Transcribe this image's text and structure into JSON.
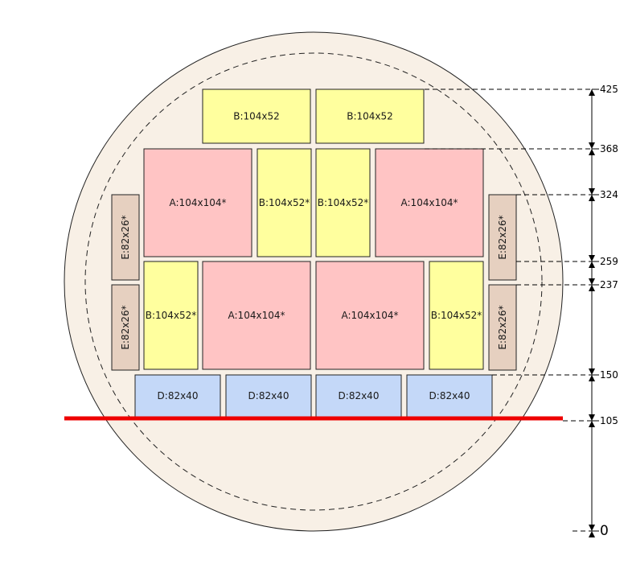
{
  "colors": {
    "wafer_fill": "#f8f0e6",
    "wafer_stroke": "#222222",
    "type_A": "#ffc4c4",
    "type_B": "#ffff9e",
    "type_D": "#c4d8f8",
    "type_E": "#e6d0c0",
    "cut_line": "#ee0000"
  },
  "tiles": [
    {
      "id": "b1",
      "label": "B:104x52",
      "type": "B"
    },
    {
      "id": "b2",
      "label": "B:104x52",
      "type": "B"
    },
    {
      "id": "a1",
      "label": "A:104x104*",
      "type": "A"
    },
    {
      "id": "b3",
      "label": "B:104x52*",
      "type": "B"
    },
    {
      "id": "b4",
      "label": "B:104x52*",
      "type": "B"
    },
    {
      "id": "a2",
      "label": "A:104x104*",
      "type": "A"
    },
    {
      "id": "e1",
      "label": "E:82x26*",
      "type": "E"
    },
    {
      "id": "e2",
      "label": "E:82x26*",
      "type": "E"
    },
    {
      "id": "b5",
      "label": "B:104x52*",
      "type": "B"
    },
    {
      "id": "a3",
      "label": "A:104x104*",
      "type": "A"
    },
    {
      "id": "a4",
      "label": "A:104x104*",
      "type": "A"
    },
    {
      "id": "b6",
      "label": "B:104x52*",
      "type": "B"
    },
    {
      "id": "e3",
      "label": "E:82x26*",
      "type": "E"
    },
    {
      "id": "e4",
      "label": "E:82x26*",
      "type": "E"
    },
    {
      "id": "d1",
      "label": "D:82x40",
      "type": "D"
    },
    {
      "id": "d2",
      "label": "D:82x40",
      "type": "D"
    },
    {
      "id": "d3",
      "label": "D:82x40",
      "type": "D"
    },
    {
      "id": "d4",
      "label": "D:82x40",
      "type": "D"
    }
  ],
  "scale": {
    "ticks": [
      "425",
      "368",
      "324",
      "259",
      "237",
      "150",
      "105",
      "0"
    ]
  }
}
